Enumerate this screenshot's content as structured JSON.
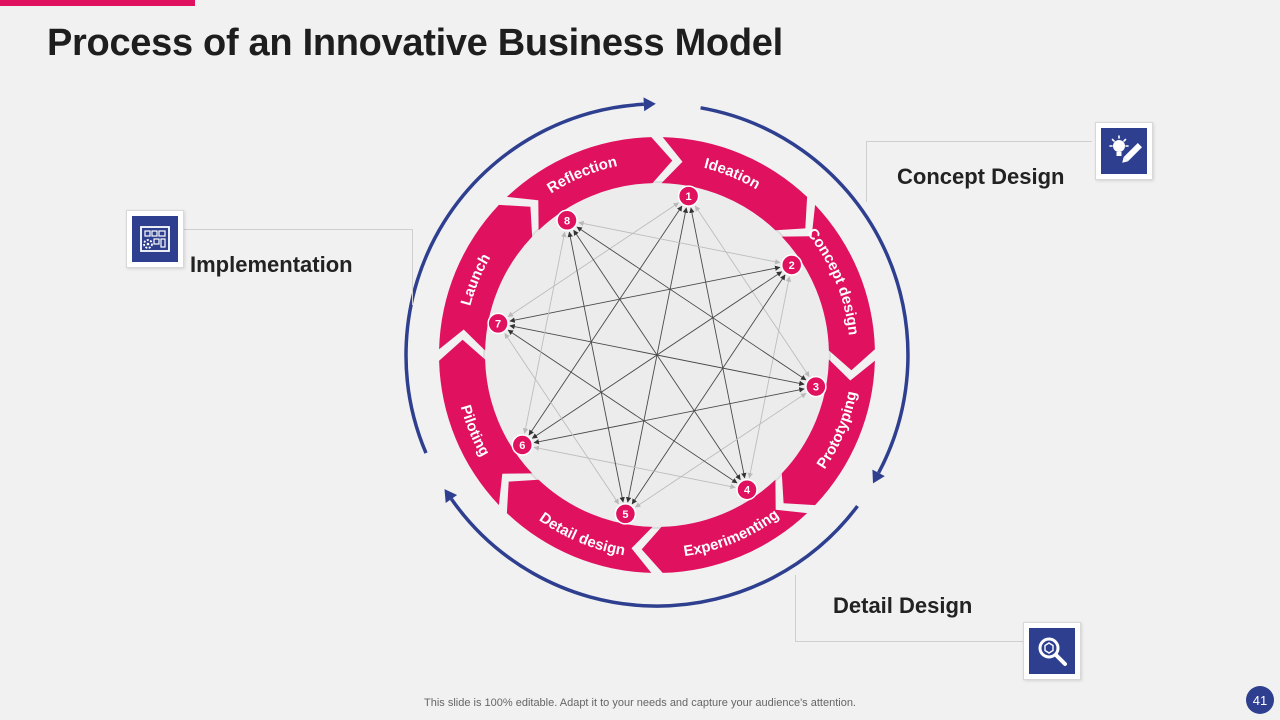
{
  "title": "Process of an Innovative Business Model",
  "colors": {
    "accent": "#e0115f",
    "navy": "#2e3f8f",
    "background": "#f1f1f1"
  },
  "steps": [
    {
      "number": "1",
      "label": "Ideation"
    },
    {
      "number": "2",
      "label": "Concept design"
    },
    {
      "number": "3",
      "label": "Prototyping"
    },
    {
      "number": "4",
      "label": "Experimenting"
    },
    {
      "number": "5",
      "label": "Detail design"
    },
    {
      "number": "6",
      "label": "Piloting"
    },
    {
      "number": "7",
      "label": "Launch"
    },
    {
      "number": "8",
      "label": "Reflection"
    }
  ],
  "callouts": {
    "concept": {
      "label": "Concept Design",
      "icon": "lightbulb-pencil-icon"
    },
    "detail": {
      "label": "Detail Design",
      "icon": "magnifier-icon"
    },
    "implementation": {
      "label": "Implementation",
      "icon": "blueprint-gear-icon"
    }
  },
  "footer": "This slide is 100% editable. Adapt it to your needs and capture your audience's attention.",
  "page_number": "41"
}
